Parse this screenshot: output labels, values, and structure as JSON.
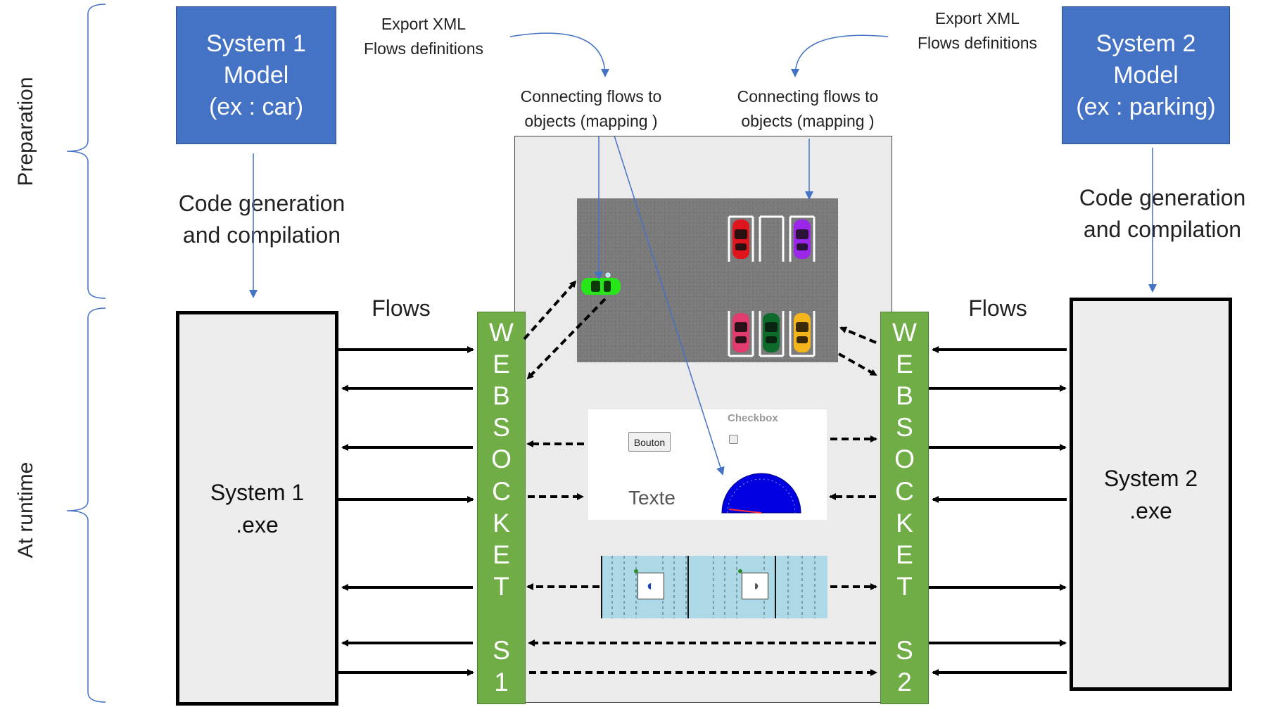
{
  "side_labels": {
    "preparation": "Preparation",
    "runtime": "At runtime"
  },
  "system1": {
    "model_lines": [
      "System 1",
      "Model",
      "(ex : car)"
    ],
    "exe_lines": [
      "System 1",
      ".exe"
    ]
  },
  "system2": {
    "model_lines": [
      "System 2",
      "Model",
      "(ex : parking)"
    ],
    "exe_lines": [
      "System 2",
      ".exe"
    ]
  },
  "code_generation": {
    "left_lines": [
      "Code generation",
      "and compilation"
    ],
    "right_lines": [
      "Code generation",
      "and compilation"
    ]
  },
  "export_xml": {
    "left_lines": [
      "Export XML",
      "Flows definitions"
    ],
    "right_lines": [
      "Export XML",
      "Flows definitions"
    ]
  },
  "mapping": {
    "left_lines": [
      "Connecting flows to",
      "objects (mapping )"
    ],
    "right_lines": [
      "Connecting flows to",
      "objects (mapping )"
    ]
  },
  "flows_label_left": "Flows",
  "flows_label_right": "Flows",
  "websocket1": {
    "letters": [
      "W",
      "E",
      "B",
      "S",
      "O",
      "C",
      "K",
      "E",
      "T",
      "S",
      "1"
    ]
  },
  "websocket2": {
    "letters": [
      "W",
      "E",
      "B",
      "S",
      "O",
      "C",
      "K",
      "E",
      "T",
      "S",
      "2"
    ]
  },
  "widgets": {
    "button_label": "Bouton",
    "checkbox_label": "Checkbox",
    "text_label": "Texte"
  },
  "cars": {
    "moving": "green",
    "parked_top": [
      "red",
      "purple"
    ],
    "parked_bottom": [
      "pink",
      "dark-green",
      "yellow"
    ]
  },
  "colors": {
    "model_blue": "#4472c4",
    "websocket_green": "#70ad47",
    "connector_blue": "#4472c4"
  },
  "icons": {
    "light_left": "headlight-icon",
    "light_right": "fog-light-icon"
  }
}
